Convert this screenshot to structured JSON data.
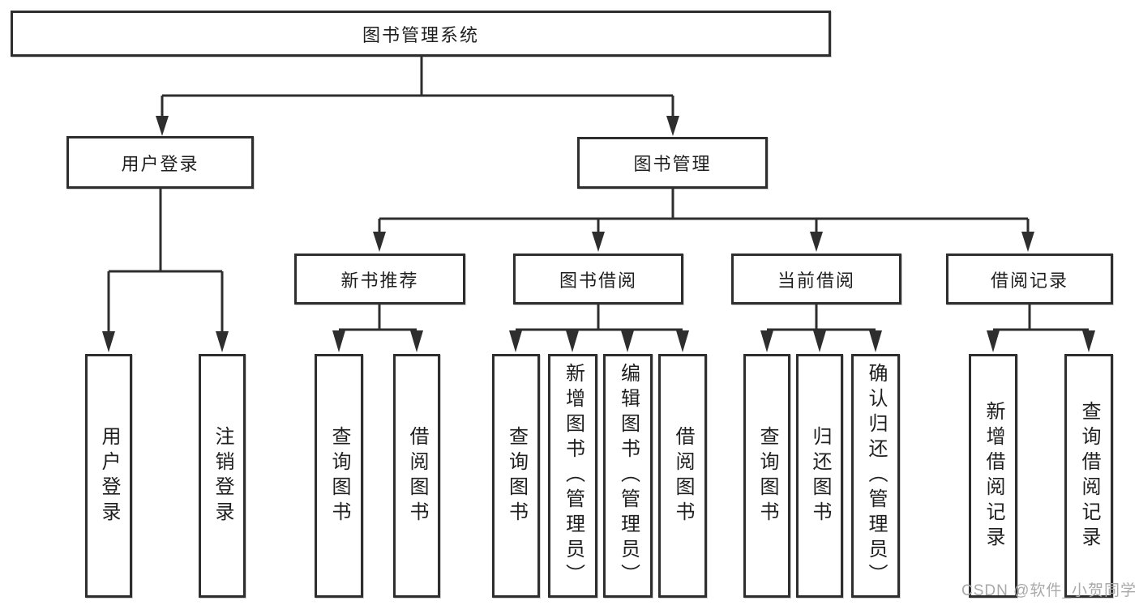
{
  "diagram_type": "hierarchy-function-structure",
  "tree": {
    "root": {
      "label": "图书管理系统"
    },
    "branches": [
      {
        "label": "用户登录",
        "children": [
          {
            "label": "用户登录"
          },
          {
            "label": "注销登录"
          }
        ]
      },
      {
        "label": "图书管理",
        "children": [
          {
            "label": "新书推荐",
            "children": [
              {
                "label": "查询图书"
              },
              {
                "label": "借阅图书"
              }
            ]
          },
          {
            "label": "图书借阅",
            "children": [
              {
                "label": "查询图书"
              },
              {
                "label": "新增图书（管理员）"
              },
              {
                "label": "编辑图书（管理员）"
              },
              {
                "label": "借阅图书"
              }
            ]
          },
          {
            "label": "当前借阅",
            "children": [
              {
                "label": "查询图书"
              },
              {
                "label": "归还图书"
              },
              {
                "label": "确认归还（管理员）"
              }
            ]
          },
          {
            "label": "借阅记录",
            "children": [
              {
                "label": "新增借阅记录"
              },
              {
                "label": "查询借阅记录"
              }
            ]
          }
        ]
      }
    ]
  },
  "watermark": {
    "text": "CSDN @软件_小贺同学"
  },
  "colors": {
    "line": "#2e2e2e",
    "text": "#1f1f1f",
    "watermark": "#a9a9a9",
    "background": "#ffffff"
  }
}
